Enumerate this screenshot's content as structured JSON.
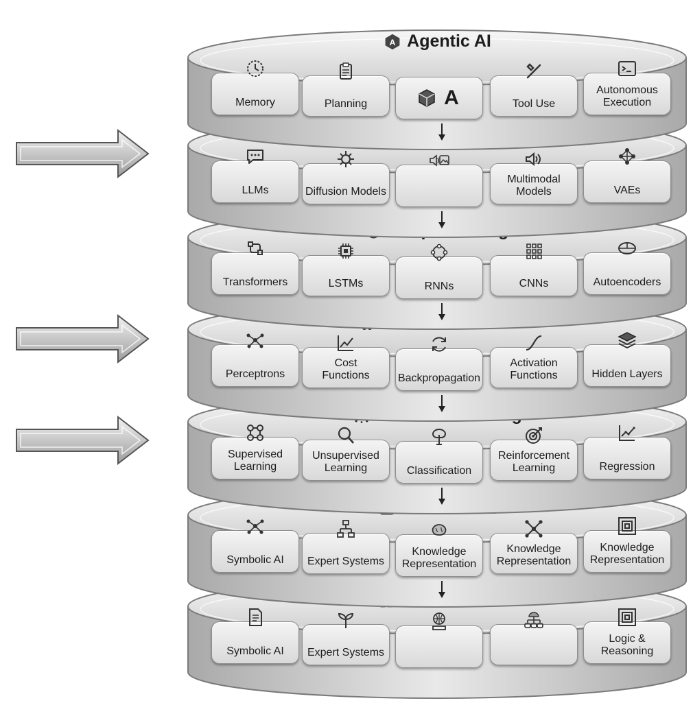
{
  "layers": [
    {
      "title": "Agentic AI",
      "title_icon": "letter-a-badge-icon",
      "cards": [
        {
          "label": "Memory",
          "icon": "clock-brain-icon"
        },
        {
          "label": "Planning",
          "icon": "clipboard-icon"
        },
        {
          "label": "A",
          "icon": "cube-icon"
        },
        {
          "label": "Tool Use",
          "icon": "wrench-screwdriver-icon"
        },
        {
          "label": "Autonomous\nExecution",
          "icon": "terminal-icon"
        }
      ]
    },
    {
      "title": "Generative AI",
      "title_icon": "atom-icon",
      "cards": [
        {
          "label": "LLMs",
          "icon": "chat-bubble-icon"
        },
        {
          "label": "Diffusion Models",
          "icon": "sparkle-gear-icon"
        },
        {
          "label": "",
          "icon": "speaker-image-icon"
        },
        {
          "label": "Multimodal Models",
          "icon": "speaker-icon"
        },
        {
          "label": "VAEs",
          "icon": "network-icon"
        }
      ]
    },
    {
      "title": "Deep Learning",
      "title_icon": "spiral-icon",
      "cards": [
        {
          "label": "Transformers",
          "icon": "flow-icon"
        },
        {
          "label": "LSTMs",
          "icon": "chip-icon"
        },
        {
          "label": "RNNs",
          "icon": "ring-nodes-icon"
        },
        {
          "label": "CNNs",
          "icon": "grid-icon"
        },
        {
          "label": "Autoencoders",
          "icon": "disc-icon"
        }
      ]
    },
    {
      "title": "Neural Networks",
      "title_icon": "atom-icon",
      "cards": [
        {
          "label": "Perceptrons",
          "icon": "node-graph-icon"
        },
        {
          "label": "Cost\nFunctions",
          "icon": "line-chart-icon"
        },
        {
          "label": "Backpropagation",
          "icon": "refresh-icon"
        },
        {
          "label": "Activation\nFunctions",
          "icon": "s-curve-icon"
        },
        {
          "label": "Hidden Layers",
          "icon": "layers-icon"
        }
      ]
    },
    {
      "title": "Machine Learning",
      "title_icon": "dot-cluster-icon",
      "cards": [
        {
          "label": "Supervised\nLearning",
          "icon": "linked-nodes-icon"
        },
        {
          "label": "Unsupervised\nLearning",
          "icon": "magnifier-icon"
        },
        {
          "label": "Classification",
          "icon": "tree-icon"
        },
        {
          "label": "Reinforcement\nLearning",
          "icon": "target-icon"
        },
        {
          "label": "Regression",
          "icon": "trend-chart-icon"
        }
      ]
    },
    {
      "title": "Classical AI",
      "title_icon": "ai-cloud-icon",
      "cards": [
        {
          "label": "Symbolic AI",
          "icon": "node-graph-icon"
        },
        {
          "label": "Expert Systems",
          "icon": "org-chart-icon"
        },
        {
          "label": "Knowledge\nRepresentation",
          "icon": "brain-icon"
        },
        {
          "label": "Knowledge\nRepresentation",
          "icon": "cross-nodes-icon"
        },
        {
          "label": "Knowledge\nRepresentation",
          "icon": "maze-icon"
        }
      ]
    },
    {
      "title": "Classical AI",
      "title_icon": "puzzle-icon",
      "cards": [
        {
          "label": "Symbolic AI",
          "icon": "document-icon"
        },
        {
          "label": "Expert Systems",
          "icon": "sprout-icon"
        },
        {
          "label": "",
          "icon": "globe-podium-icon"
        },
        {
          "label": "",
          "icon": "decision-tree-icon"
        },
        {
          "label": "Logic &\nReasoning",
          "icon": "maze-icon"
        }
      ]
    }
  ],
  "colors": {
    "disc_light": "#e9e9e9",
    "disc_dark": "#a9a9a9",
    "rim": "#7a7a7a",
    "arrow_fill": "#c8c8c8"
  }
}
